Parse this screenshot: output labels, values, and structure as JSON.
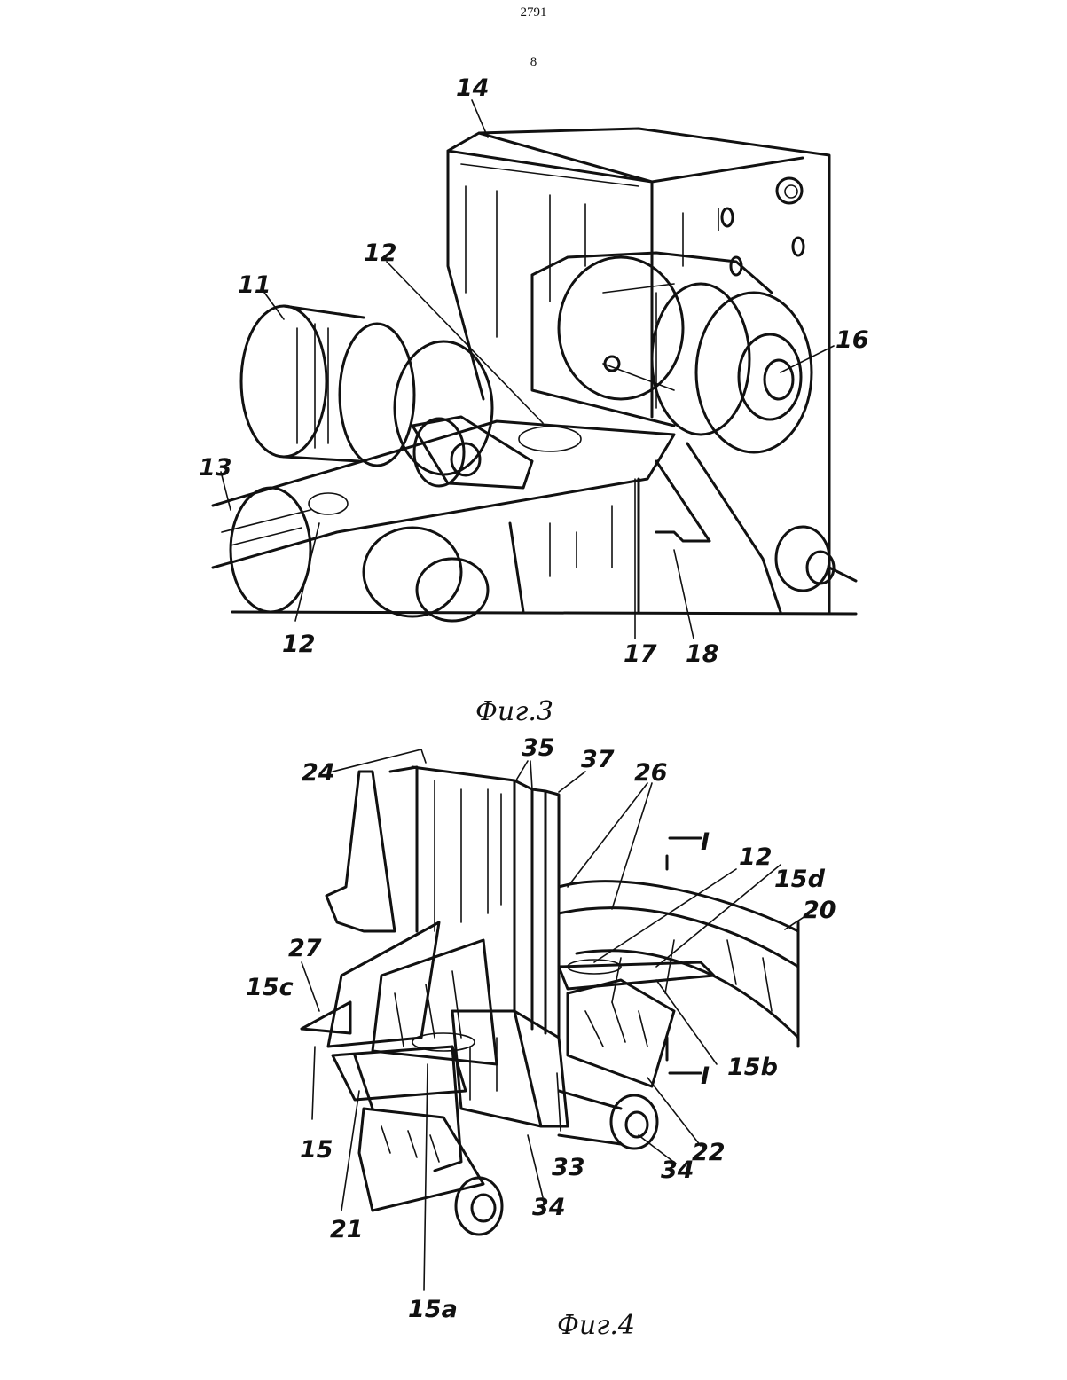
{
  "header": {
    "document_number": "2791",
    "sheet_number": "8"
  },
  "figure3": {
    "caption": "Фиг.3",
    "labels": {
      "l14": "14",
      "l12a": "12",
      "l11": "11",
      "l16": "16",
      "l13": "13",
      "l12b": "12",
      "l17": "17",
      "l18": "18"
    }
  },
  "figure4": {
    "caption": "Фиг.4",
    "labels": {
      "l24": "24",
      "l35": "35",
      "l37": "37",
      "l26": "26",
      "lI_top": "I",
      "l12": "12",
      "l15d": "15d",
      "l20": "20",
      "l27": "27",
      "l15c": "15c",
      "l15b": "15b",
      "lI_bot": "I",
      "l22": "22",
      "l15": "15",
      "l33": "33",
      "l34a": "34",
      "l34b": "34",
      "l21": "21",
      "l15a": "15a"
    }
  }
}
